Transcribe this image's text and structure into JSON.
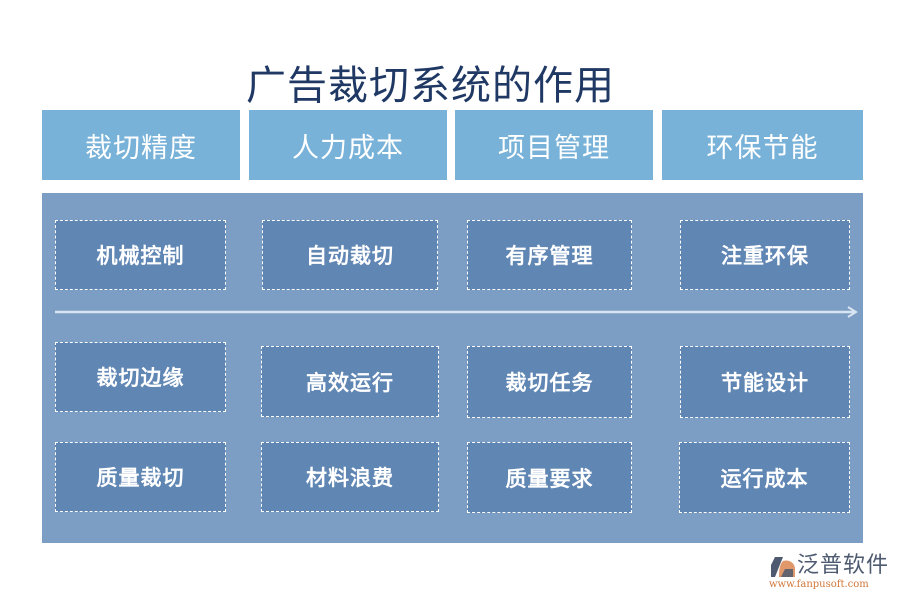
{
  "title": "广告裁切系统的作用",
  "colors": {
    "title": "#1f3864",
    "header_bg": "#78b2d8",
    "panel_bg": "#7d9ec4",
    "cell_bg": "#6086b4",
    "cell_border": "#ffffff",
    "arrow": "#d9e4f1",
    "logo_text": "#4d5a6f",
    "logo_url": "#d2763a"
  },
  "columns": [
    {
      "header": "裁切精度",
      "items": [
        "机械控制",
        "裁切边缘",
        "质量裁切"
      ]
    },
    {
      "header": "人力成本",
      "items": [
        "自动裁切",
        "高效运行",
        "材料浪费"
      ]
    },
    {
      "header": "项目管理",
      "items": [
        "有序管理",
        "裁切任务",
        "质量要求"
      ]
    },
    {
      "header": "环保节能",
      "items": [
        "注重环保",
        "节能设计",
        "运行成本"
      ]
    }
  ],
  "logo": {
    "name": "泛普软件",
    "url": "www.fanpusoft.com",
    "icon": "fanpu-logo-icon"
  }
}
